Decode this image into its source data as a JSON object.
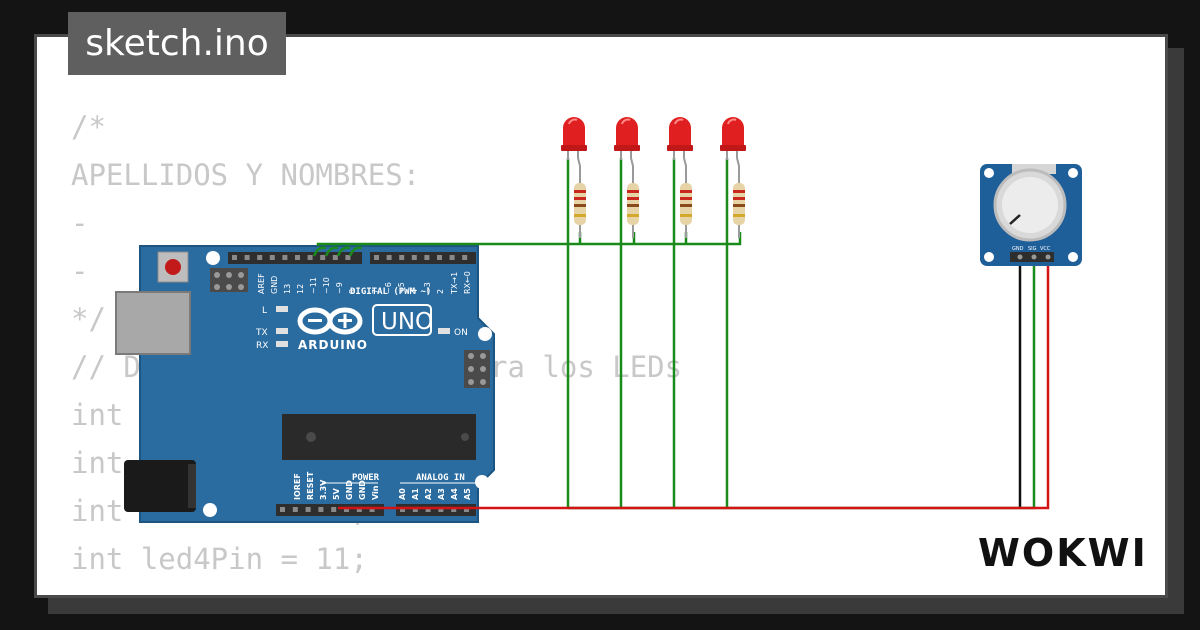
{
  "title": "sketch.ino",
  "brand": "WOKWI",
  "code_lines": [
    "/*",
    "APELLIDOS Y NOMBRES:",
    "-",
    "-",
    "*/",
    "// Declaración de pin para los LEDs",
    "int led1Pin = 8;",
    "int led2Pin = 9;",
    "int led3Pin = 10;",
    "int led4Pin = 11;"
  ],
  "arduino": {
    "model": "UNO",
    "brand": "ARDUINO",
    "digital_header": "DIGITAL (PWM ~)",
    "power_header": "POWER",
    "analog_header": "ANALOG IN",
    "led_l": "L",
    "led_tx": "TX",
    "led_rx": "RX",
    "led_on": "ON",
    "digital_pins": [
      "AREF",
      "GND",
      "13",
      "12",
      "~11",
      "~10",
      "~9",
      "8",
      "7",
      "~6",
      "~5",
      "4",
      "~3",
      "2",
      "TX→1",
      "RX←0"
    ],
    "power_pins": [
      "IOREF",
      "RESET",
      "3.3V",
      "5V",
      "GND",
      "GND",
      "Vin"
    ],
    "analog_pins": [
      "A0",
      "A1",
      "A2",
      "A3",
      "A4",
      "A5"
    ]
  },
  "potentiometer": {
    "pins": [
      "GND",
      "SIG",
      "VCC"
    ]
  },
  "colors": {
    "board": "#2a6ba0",
    "wire_green": "#1a8a1a",
    "wire_red": "#d41414",
    "wire_black": "#111111",
    "led": "#e02020",
    "module": "#1f5f99"
  }
}
